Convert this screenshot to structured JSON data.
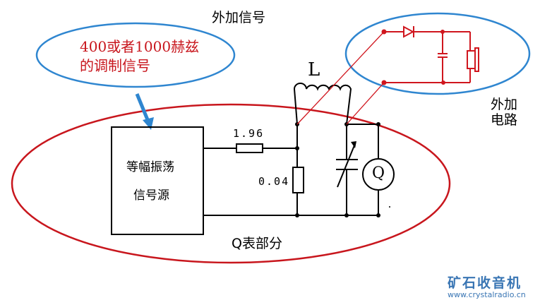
{
  "labels": {
    "external_signal": "外加信号",
    "modulation_line1": "400或者1000赫兹",
    "modulation_line2": "的调制信号",
    "source_line1": "等幅振荡",
    "source_line2": "信号源",
    "resistor_series": "1.96",
    "resistor_shunt": "0.04",
    "inductor": "L",
    "meter": "Q",
    "q_meter_part": "Q表部分",
    "external_circuit_line1": "外加",
    "external_circuit_line2": "电路"
  },
  "watermark": {
    "title": "矿石收音机",
    "url": "www.crystalradio.cn"
  },
  "colors": {
    "red": "#d0161e",
    "blue": "#2f86d0",
    "black": "#000000"
  }
}
